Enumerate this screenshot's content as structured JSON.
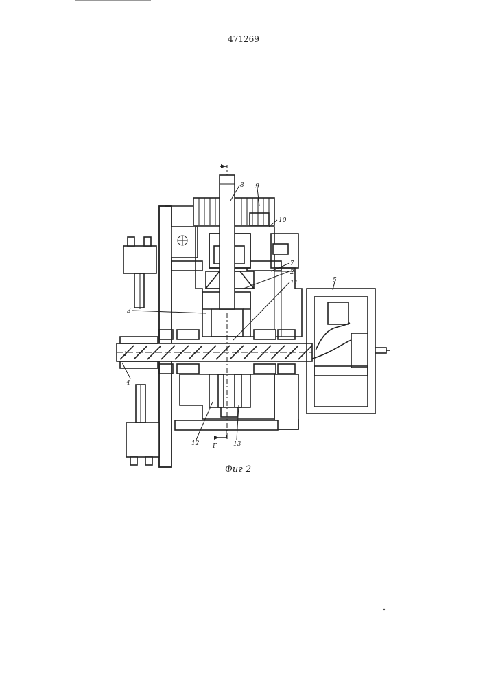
{
  "patent_number": "471269",
  "figure_caption": "Фиг 2",
  "section_mark": "Г",
  "part_labels": {
    "p1": "1",
    "p2": "2",
    "p3": "3",
    "p4": "4",
    "p5": "5",
    "p7": "7",
    "p8": "8",
    "p9": "9",
    "p10": "10",
    "p11": "11",
    "p12": "12",
    "p13": "13"
  }
}
